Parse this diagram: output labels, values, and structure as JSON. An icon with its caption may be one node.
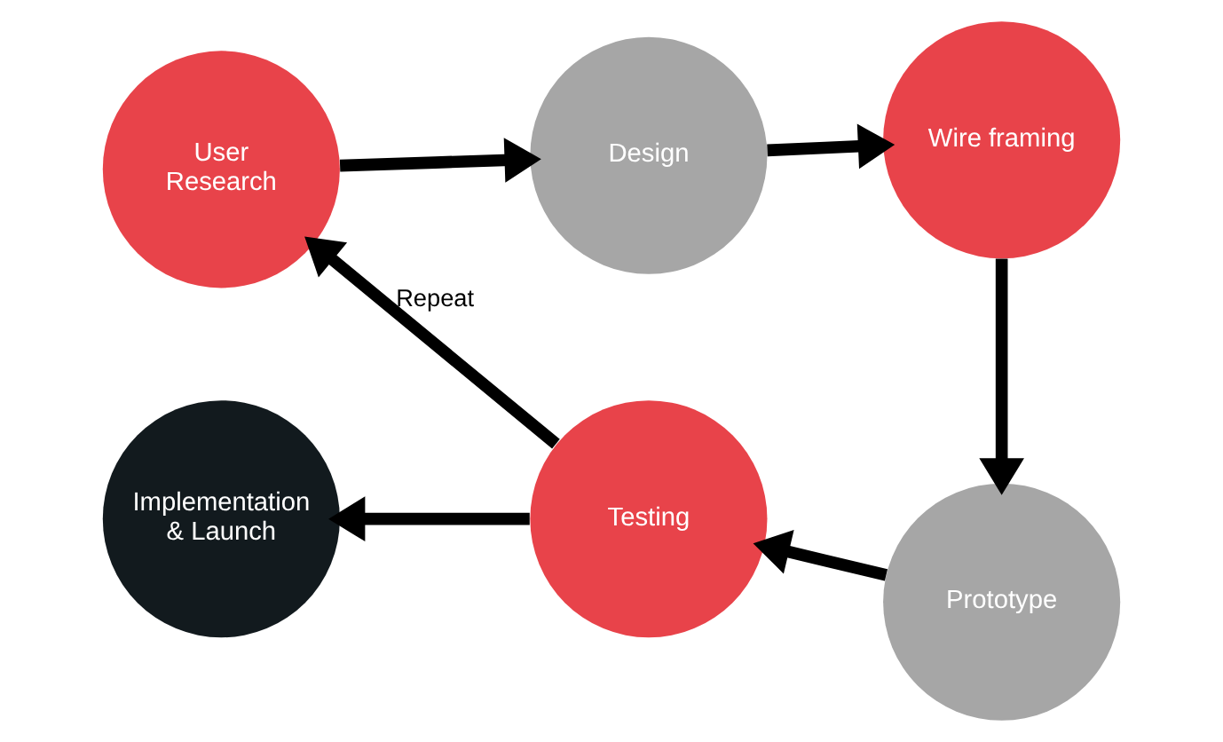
{
  "diagram": {
    "nodes": [
      {
        "text": [
          "User Research"
        ]
      },
      {
        "text": [
          "Design"
        ]
      },
      {
        "text": [
          "Wire framing"
        ]
      },
      {
        "text": [
          "Prototype"
        ]
      },
      {
        "text": [
          "Testing"
        ]
      },
      {
        "text": [
          "Implementation & Launch"
        ]
      }
    ],
    "edges": [
      {
        "from": 0,
        "to": 1,
        "arrow": "to"
      },
      {
        "from": 1,
        "to": 2,
        "arrow": "to"
      },
      {
        "from": 2,
        "to": 3,
        "arrow": "to"
      },
      {
        "from": 3,
        "to": 4,
        "arrow": "to"
      },
      {
        "from": 4,
        "to": 5,
        "arrow": "to"
      },
      {
        "from": 4,
        "to": 0,
        "arrow": "to",
        "label": "Repeat"
      }
    ]
  }
}
